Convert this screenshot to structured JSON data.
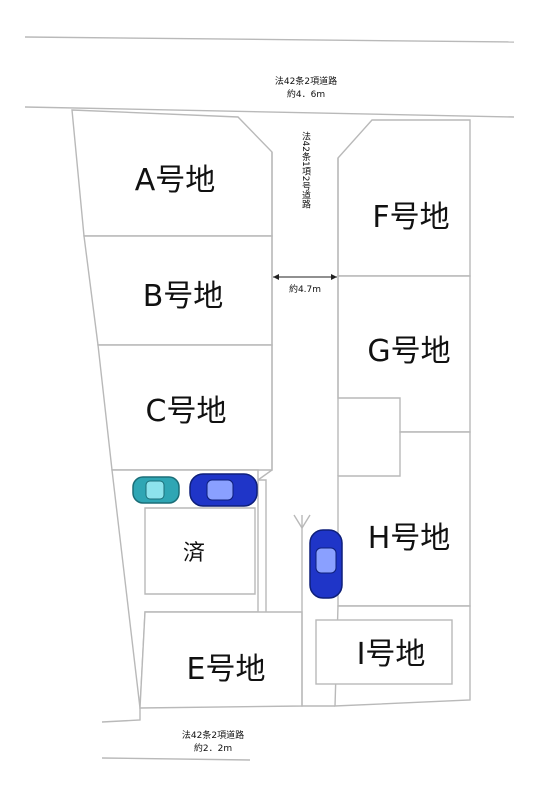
{
  "roads": {
    "north_label": "法42条2項道路",
    "north_width": "約4．6m",
    "private_label": "法42条1項2号道路",
    "private_width": "約4.7m",
    "south_label": "法42条2項道路",
    "south_width": "約2．2m"
  },
  "lots": {
    "a": "A号地",
    "b": "B号地",
    "c": "C号地",
    "d": "済",
    "e": "E号地",
    "f": "F号地",
    "g": "G号地",
    "h": "H号地",
    "i": "I号地"
  },
  "cars": [
    {
      "name": "teal-car",
      "color": "#2fa6b4"
    },
    {
      "name": "blue-car",
      "color": "#1f35c8"
    },
    {
      "name": "blue-car-vertical",
      "color": "#1f35c8"
    }
  ]
}
